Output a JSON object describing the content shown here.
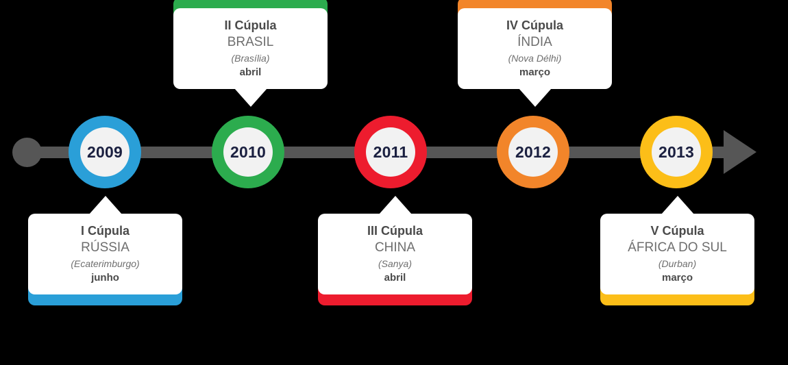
{
  "figure": {
    "kind": "timeline-infographic",
    "background_color": "#000000"
  },
  "axis": {
    "color": "#565656",
    "start_marker": "start-dot",
    "end_marker": "arrow-right"
  },
  "events": [
    {
      "year": "2009",
      "color": "#2a9fd8",
      "position": "below",
      "title": "I Cúpula",
      "country": "RÚSSIA",
      "city": "(Ecaterimburgo)",
      "month": "junho"
    },
    {
      "year": "2010",
      "color": "#2cac4e",
      "position": "above",
      "title": "II Cúpula",
      "country": "BRASIL",
      "city": "(Brasília)",
      "month": "abril"
    },
    {
      "year": "2011",
      "color": "#ed1c2e",
      "position": "below",
      "title": "III Cúpula",
      "country": "CHINA",
      "city": "(Sanya)",
      "month": "abril"
    },
    {
      "year": "2012",
      "color": "#f2852a",
      "position": "above",
      "title": "IV Cúpula",
      "country": "ÍNDIA",
      "city": "(Nova Délhi)",
      "month": "março"
    },
    {
      "year": "2013",
      "color": "#fcbe18",
      "position": "below",
      "title": "V Cúpula",
      "country": "ÁFRICA DO SUL",
      "city": "(Durban)",
      "month": "março"
    }
  ]
}
